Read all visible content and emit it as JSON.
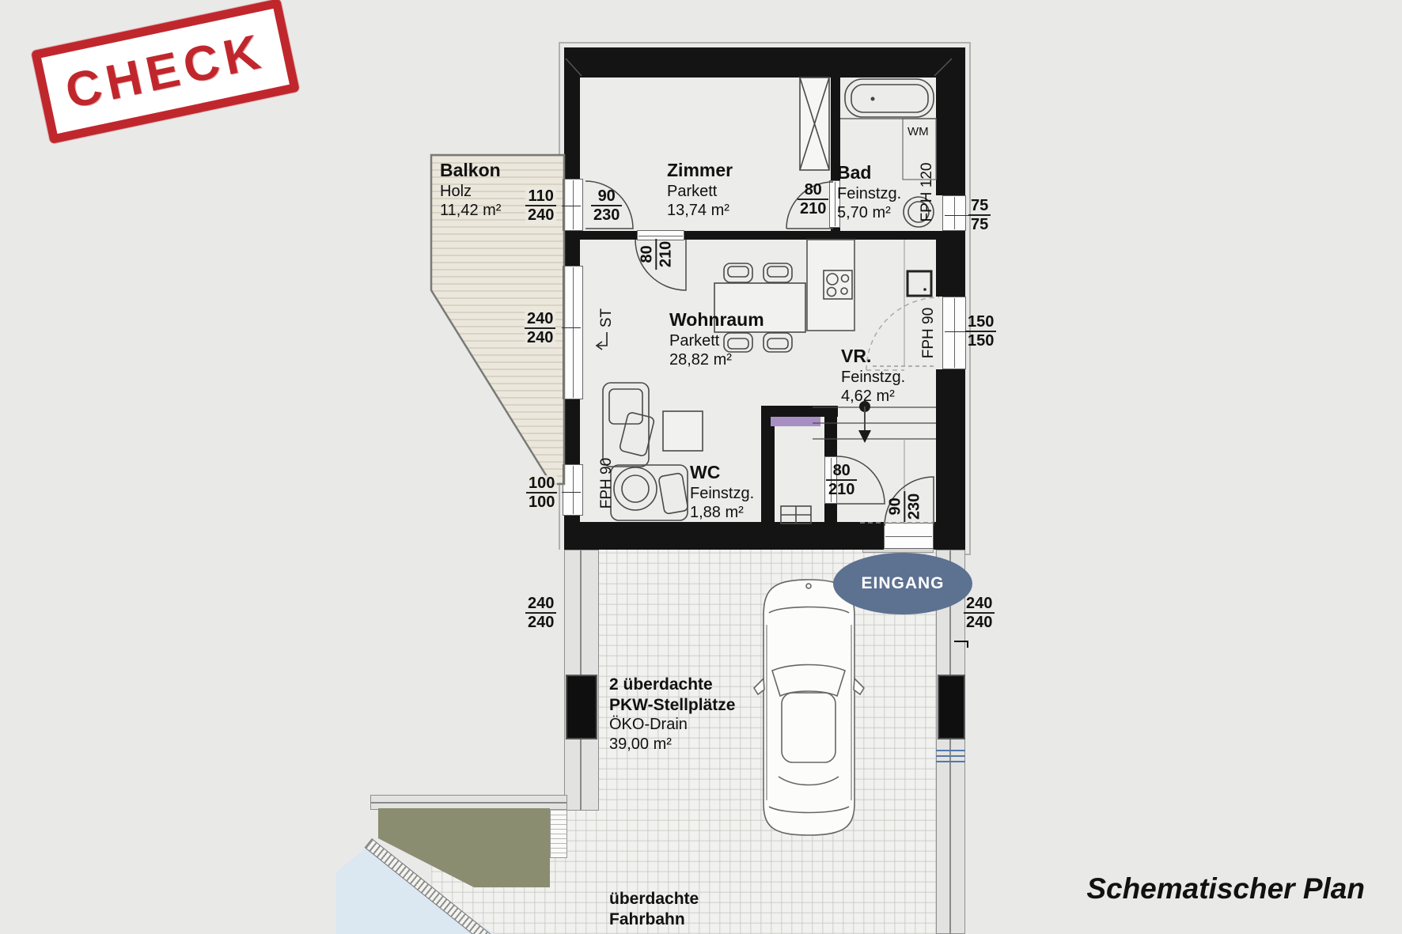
{
  "stamp": {
    "text": "CHECK"
  },
  "caption": {
    "text": "Schematischer Plan"
  },
  "entrance": {
    "label": "EINGANG"
  },
  "rooms": {
    "balkon": {
      "name": "Balkon",
      "floor": "Holz",
      "area": "11,42 m²"
    },
    "zimmer": {
      "name": "Zimmer",
      "floor": "Parkett",
      "area": "13,74 m²"
    },
    "bad": {
      "name": "Bad",
      "floor": "Feinstzg.",
      "area": "5,70 m²"
    },
    "wohnraum": {
      "name": "Wohnraum",
      "floor": "Parkett",
      "area": "28,82 m²"
    },
    "vr": {
      "name": "VR.",
      "floor": "Feinstzg.",
      "area": "4,62 m²"
    },
    "wc": {
      "name": "WC",
      "floor": "Feinstzg.",
      "area": "1,88 m²"
    }
  },
  "carport": {
    "line1": "2 überdachte",
    "line2": "PKW-Stellplätze",
    "line3": "ÖKO-Drain",
    "area": "39,00 m²"
  },
  "driveway": {
    "line1": "überdachte",
    "line2": "Fahrbahn"
  },
  "annotations": {
    "washing_machine": "WM",
    "sliding_door": "ST",
    "fph_bad": "FPH 120",
    "fph_vr": "FPH 90",
    "fph_wohnraum": "FPH 90"
  },
  "dims": {
    "balcony_door": {
      "w": "110",
      "h": "240"
    },
    "zimmer_balcony_door": {
      "w": "90",
      "h": "230"
    },
    "balcony_slider": {
      "w": "240",
      "h": "240"
    },
    "wohnraum_window": {
      "w": "100",
      "h": "100"
    },
    "bad_window": {
      "w": "75",
      "h": "75"
    },
    "vr_window": {
      "w": "150",
      "h": "150"
    },
    "zimmer_door": {
      "w": "80",
      "h": "210"
    },
    "bad_door": {
      "w": "80",
      "h": "210"
    },
    "wc_door": {
      "w": "80",
      "h": "210"
    },
    "entrance_door": {
      "w": "90",
      "h": "230"
    },
    "carport_left": {
      "w": "240",
      "h": "240"
    },
    "carport_right": {
      "w": "240",
      "h": "240"
    }
  },
  "colors": {
    "wall": "#141414",
    "stamp_red": "#c0272d",
    "entrance_blue": "#5d7191",
    "glass_purple": "#a78fc3",
    "lawn_green": "#8b8d71",
    "water_blue": "#dbe7f1"
  }
}
